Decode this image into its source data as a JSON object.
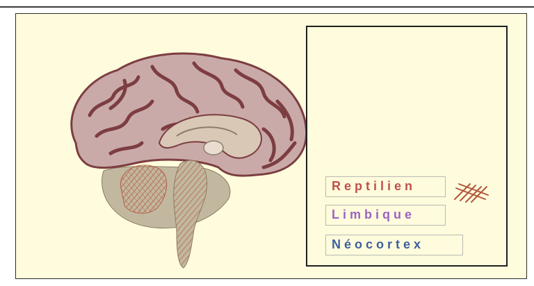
{
  "labels": {
    "reptilien": "Reptilien",
    "limbique": "Limbique",
    "neocortex": "Néocortex"
  },
  "colors": {
    "background": "#fefcdc",
    "cortex_fill": "#c9aaa8",
    "cortex_folds": "#7c3d41",
    "limbic_fill": "#c2b79f",
    "brainstem_hatch": "#b2553a",
    "reptilien_text": "#c0504d",
    "limbique_text": "#9b63c4",
    "neocortex_text": "#3f5e9e"
  },
  "icons": {
    "brain": "brain-illustration",
    "hatch": "hatch-mark"
  }
}
